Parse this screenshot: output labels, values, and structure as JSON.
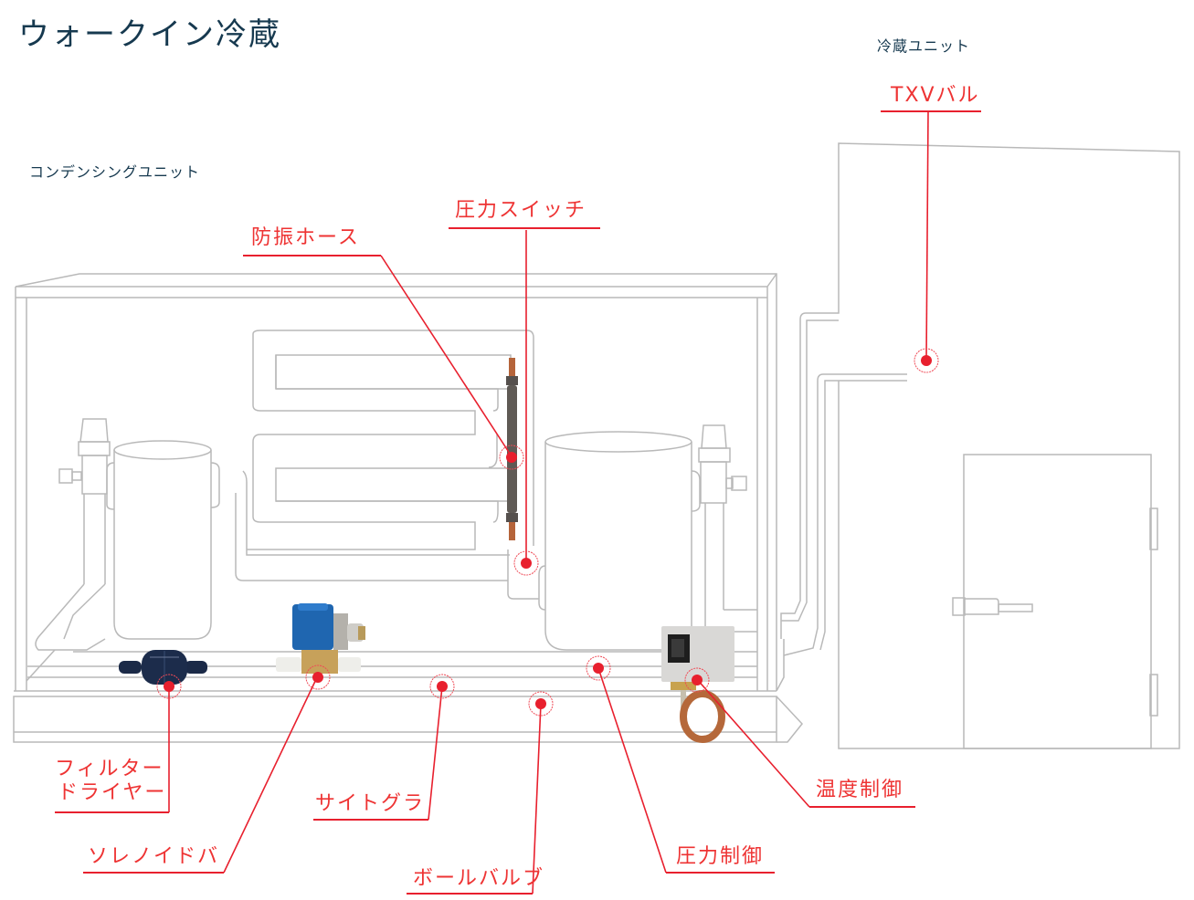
{
  "page": {
    "title": "ウォークイン冷蔵",
    "sections": {
      "condensing_unit": "コンデンシングユニット",
      "refrigeration_unit": "冷蔵ユニット"
    }
  },
  "callouts": [
    {
      "id": "txv-valve",
      "label": "TXVバル"
    },
    {
      "id": "pressure-switch",
      "label": "圧力スイッチ"
    },
    {
      "id": "vibration-hose",
      "label": "防振ホース"
    },
    {
      "id": "filter-dryer",
      "label": "フィルター\nドライヤー",
      "lines": [
        "フィルター",
        "ドライヤー"
      ]
    },
    {
      "id": "solenoid-valve",
      "label": "ソレノイドバ"
    },
    {
      "id": "sight-glass",
      "label": "サイトグラ"
    },
    {
      "id": "ball-valve",
      "label": "ボールバルブ"
    },
    {
      "id": "pressure-control",
      "label": "圧力制御"
    },
    {
      "id": "temperature-control",
      "label": "温度制御"
    }
  ],
  "colors": {
    "title": "#16394f",
    "callout": "#ee3333",
    "marker": "#e8202e",
    "outline": "#b9b9b9"
  }
}
